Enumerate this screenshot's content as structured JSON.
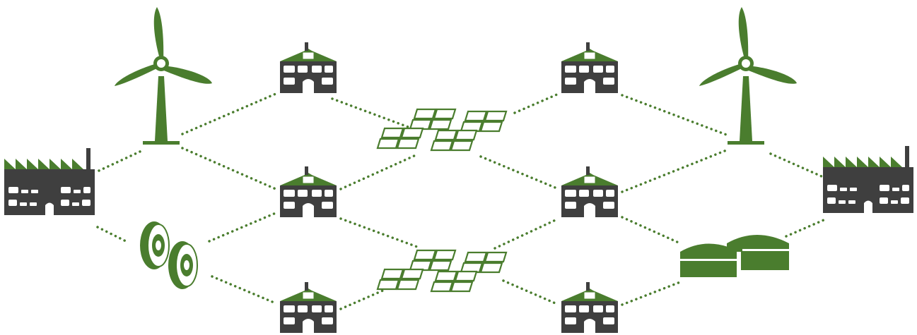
{
  "colors": {
    "green": "#4a7d2e",
    "dark": "#3f3f3f",
    "white": "#ffffff",
    "link": "#4a7d2e"
  },
  "nodes": [
    {
      "id": "factory-left",
      "icon": "factory-icon"
    },
    {
      "id": "turbine-left",
      "icon": "wind-turbine-icon"
    },
    {
      "id": "generators-left",
      "icon": "generator-icon"
    },
    {
      "id": "house-top-left",
      "icon": "house-icon"
    },
    {
      "id": "house-mid-left",
      "icon": "house-icon"
    },
    {
      "id": "house-bot-left",
      "icon": "house-icon"
    },
    {
      "id": "solar-top",
      "icon": "solar-panel-icon"
    },
    {
      "id": "solar-bottom",
      "icon": "solar-panel-icon"
    },
    {
      "id": "house-top-right",
      "icon": "house-icon"
    },
    {
      "id": "house-mid-right",
      "icon": "house-icon"
    },
    {
      "id": "house-bot-right",
      "icon": "house-icon"
    },
    {
      "id": "turbine-right",
      "icon": "wind-turbine-icon"
    },
    {
      "id": "storage-right",
      "icon": "storage-tank-icon"
    },
    {
      "id": "factory-right",
      "icon": "factory-icon"
    }
  ],
  "links": [
    [
      "factory-left",
      "turbine-left"
    ],
    [
      "factory-left",
      "generators-left"
    ],
    [
      "turbine-left",
      "house-top-left"
    ],
    [
      "turbine-left",
      "house-mid-left"
    ],
    [
      "generators-left",
      "house-mid-left"
    ],
    [
      "generators-left",
      "house-bot-left"
    ],
    [
      "house-top-left",
      "solar-top"
    ],
    [
      "house-mid-left",
      "solar-top"
    ],
    [
      "house-mid-left",
      "solar-bottom"
    ],
    [
      "house-bot-left",
      "solar-bottom"
    ],
    [
      "solar-top",
      "house-top-right"
    ],
    [
      "solar-top",
      "house-mid-right"
    ],
    [
      "solar-bottom",
      "house-mid-right"
    ],
    [
      "solar-bottom",
      "house-bot-right"
    ],
    [
      "house-top-right",
      "turbine-right"
    ],
    [
      "house-mid-right",
      "turbine-right"
    ],
    [
      "house-mid-right",
      "storage-right"
    ],
    [
      "house-bot-right",
      "storage-right"
    ],
    [
      "turbine-right",
      "factory-right"
    ],
    [
      "storage-right",
      "factory-right"
    ]
  ]
}
